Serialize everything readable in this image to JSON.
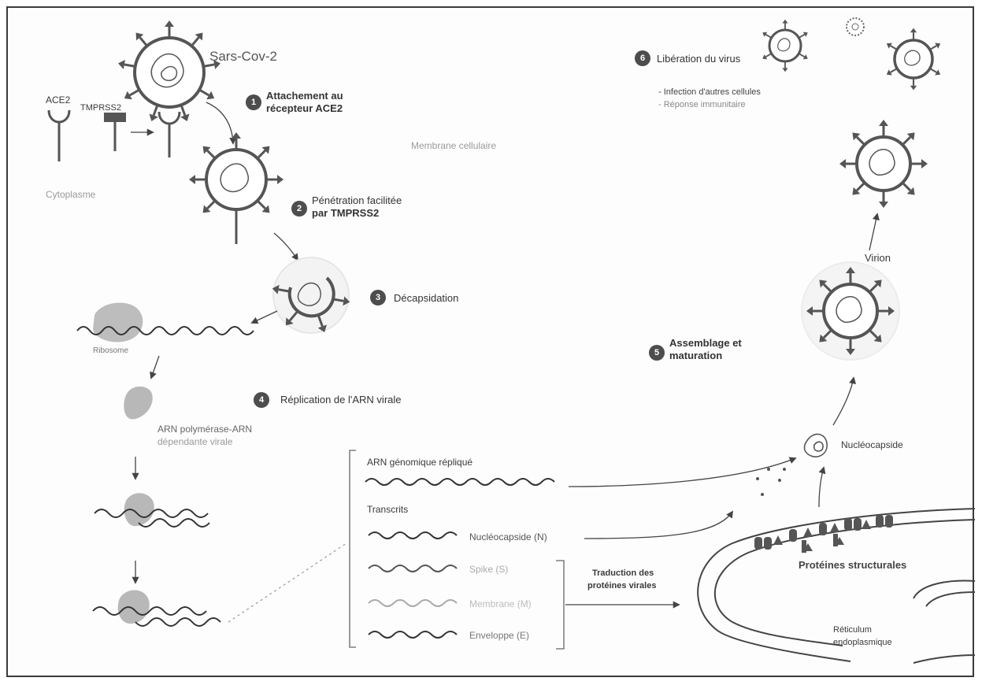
{
  "diagram": {
    "virus_label": "Sars-Cov-2",
    "ace2_label": "ACE2",
    "tmprss2_label": "TMPRSS2",
    "membrane_label": "Membrane cellulaire",
    "cytoplasm_label": "Cytoplasme",
    "ribosome_label": "Ribosome",
    "polymerase_label_1": "ARN polymérase-ARN",
    "polymerase_label_2": "dépendante virale",
    "steps": [
      {
        "number": "1",
        "line1": "Attachement au",
        "line2": "récepteur ACE2"
      },
      {
        "number": "2",
        "line1": "Pénétration facilitée",
        "line2": "par TMPRSS2"
      },
      {
        "number": "3",
        "line1": "Décapsidation",
        "line2": ""
      },
      {
        "number": "4",
        "line1": "Réplication de l'ARN virale",
        "line2": ""
      },
      {
        "number": "5",
        "line1": "Assemblage et",
        "line2": "maturation"
      },
      {
        "number": "6",
        "line1": "Libération du virus",
        "line2": ""
      }
    ],
    "release_effects": [
      "- Infection d'autres cellules",
      "- Réponse immunitaire"
    ],
    "virion_label": "Virion",
    "nucleocapsid_label": "Nucléocapside",
    "genomic_rna_label": "ARN génomique répliqué",
    "transcripts_label": "Transcrits",
    "transcripts": [
      {
        "label": "Nucléocapside (N)"
      },
      {
        "label": "Spike (S)"
      },
      {
        "label": "Membrane (M)"
      },
      {
        "label": "Enveloppe (E)"
      }
    ],
    "translation_label_1": "Traduction des",
    "translation_label_2": "protéines virales",
    "structural_proteins_label": "Protéines structurales",
    "er_label_1": "Réticulum",
    "er_label_2": "endoplasmique"
  }
}
